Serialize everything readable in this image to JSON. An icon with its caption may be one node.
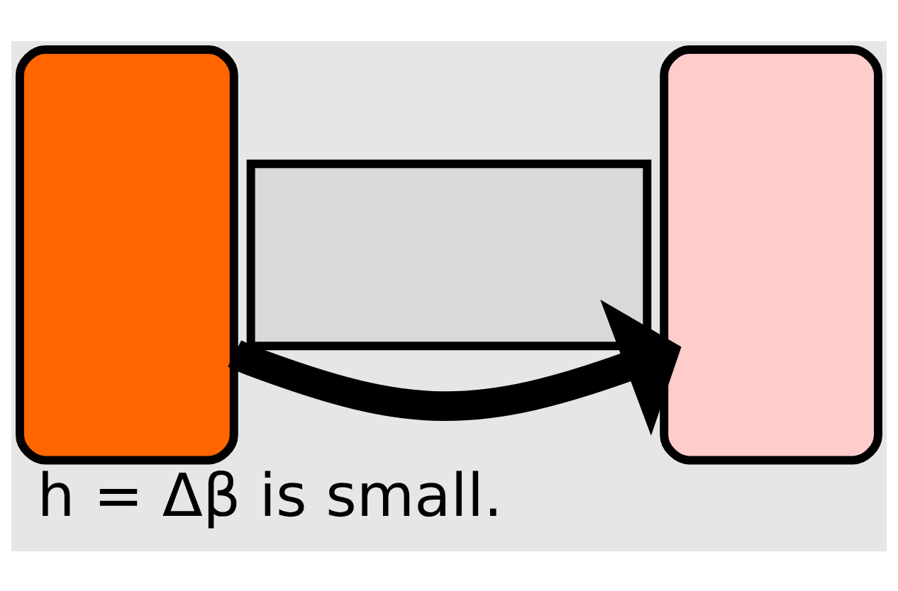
{
  "diagram": {
    "caption": "h = Δβ is small.",
    "nodes": [
      {
        "text": [],
        "shape": "box"
      },
      {
        "text": [],
        "shape": "bar"
      },
      {
        "text": [],
        "shape": "box"
      }
    ],
    "edges": [
      {
        "from": 0,
        "to": 2,
        "arrow": "to"
      }
    ]
  }
}
